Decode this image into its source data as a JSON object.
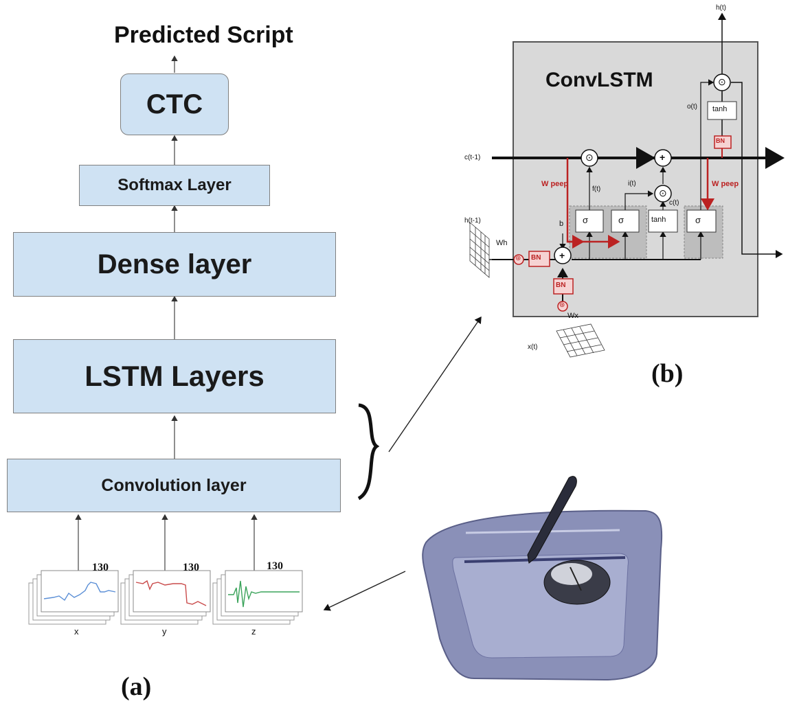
{
  "panel_a": {
    "output_label": "Predicted Script",
    "layers": {
      "ctc": "CTC",
      "softmax": "Softmax Layer",
      "dense": "Dense layer",
      "lstm": "LSTM Layers",
      "conv": "Convolution layer"
    },
    "signals": [
      {
        "axis": "x",
        "count": "130",
        "color": "#5b8fd6"
      },
      {
        "axis": "y",
        "count": "130",
        "color": "#c94a4a"
      },
      {
        "axis": "z",
        "count": "130",
        "color": "#3aa35a"
      }
    ],
    "caption": "(a)"
  },
  "panel_b": {
    "title": "ConvLSTM",
    "caption": "(b)",
    "labels": {
      "h_out": "h(t)",
      "c_prev": "c(t-1)",
      "h_prev": "h(t-1)",
      "x_in": "x(t)",
      "o_gate": "o(t)",
      "f_gate": "f(t)",
      "i_gate": "i(t)",
      "c_tilde": "c(t)",
      "w_peep_1": "W peep",
      "w_peep_2": "W peep",
      "w_h": "Wh",
      "w_x": "Wx",
      "bias": "b",
      "bn": "BN",
      "sigma": "σ",
      "tanh": "tanh",
      "conv": "⊛",
      "mult": "⊙",
      "plus": "+"
    }
  }
}
